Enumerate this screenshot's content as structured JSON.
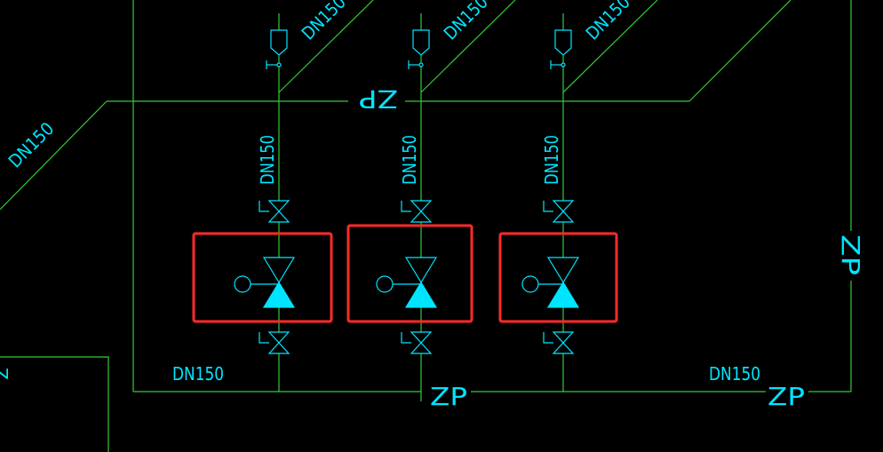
{
  "colors": {
    "background": "#000000",
    "pipe": "#33cc33",
    "symbol": "#00e5ff",
    "text": "#00e5ff",
    "highlight": "#ff2a2a"
  },
  "labels": {
    "pipe_size": "DN150",
    "zp": "ZP",
    "zp_inverted": "ZP",
    "left_edge_glyph": "Z"
  },
  "branches": [
    {
      "id": "left",
      "pipe_size": "DN150",
      "valve": "pressure-reducing-valve",
      "highlighted": true
    },
    {
      "id": "middle",
      "pipe_size": "DN150",
      "valve": "pressure-reducing-valve",
      "highlighted": true
    },
    {
      "id": "right",
      "pipe_size": "DN150",
      "valve": "pressure-reducing-valve",
      "highlighted": true
    }
  ],
  "icons": {
    "gate_valve": "bowtie-valve-icon",
    "pressure_reducing_valve": "pressure-reducing-valve-icon",
    "check_valve": "check-valve-icon"
  }
}
